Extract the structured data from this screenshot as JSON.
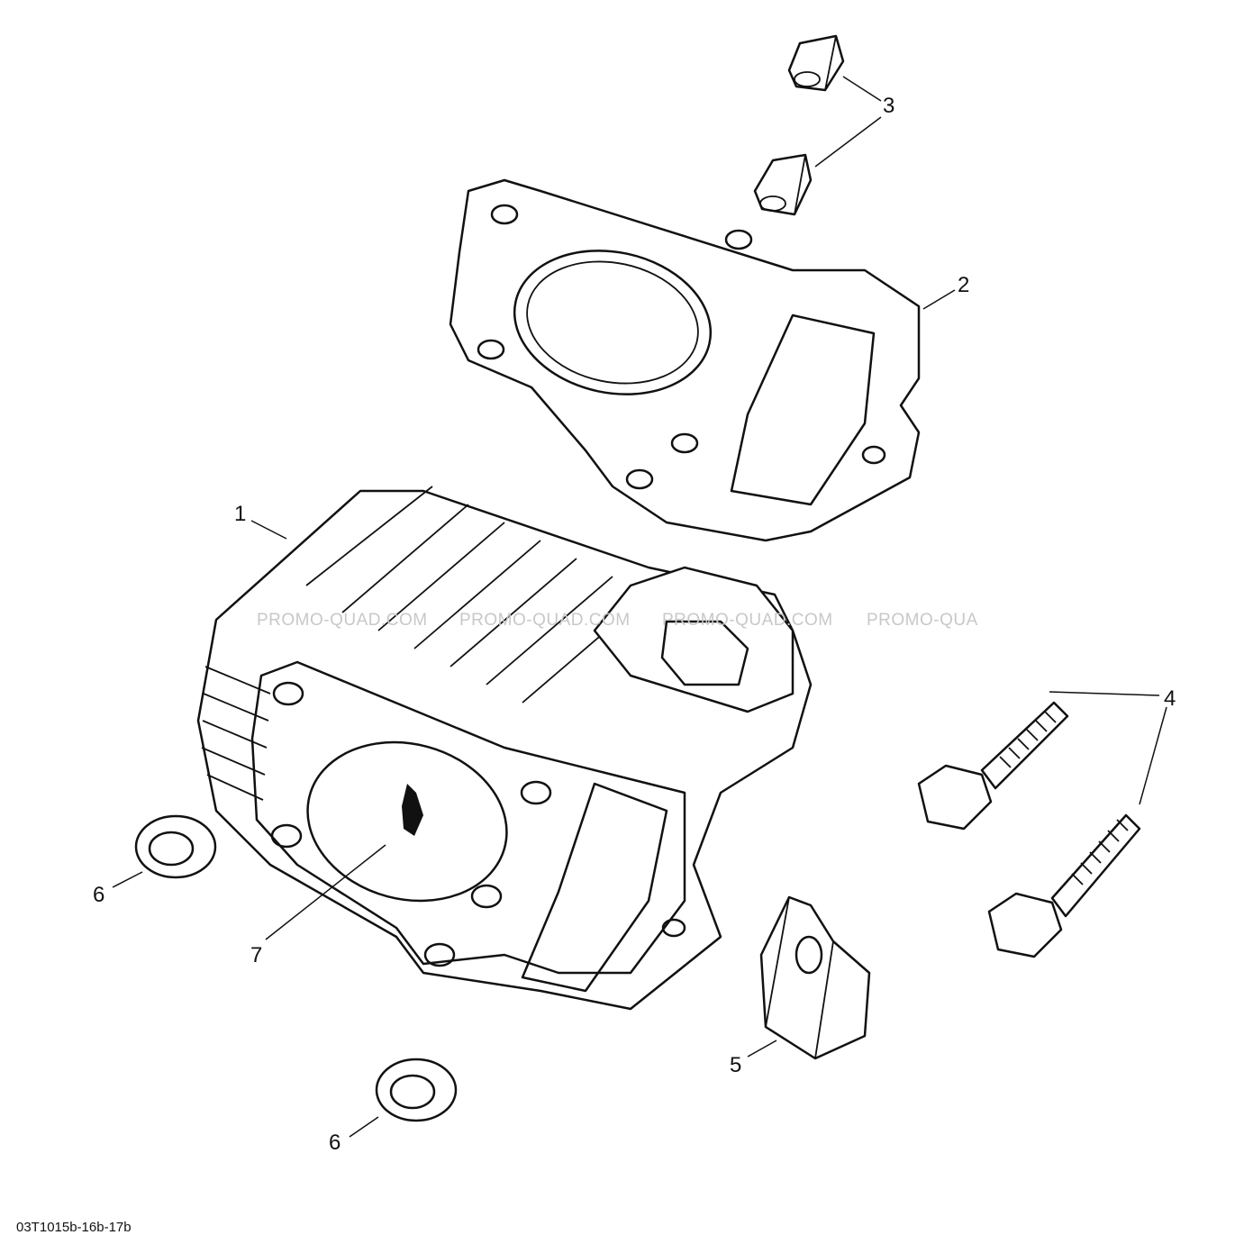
{
  "callouts": {
    "c1": "1",
    "c2": "2",
    "c3": "3",
    "c4": "4",
    "c5": "5",
    "c6a": "6",
    "c6b": "6",
    "c7": "7"
  },
  "watermarks": [
    "PROMO-QUAD.COM",
    "PROMO-QUAD.COM",
    "PROMO-QUAD.COM",
    "PROMO-QUA"
  ],
  "reference_code": "03T1015b-16b-17b"
}
